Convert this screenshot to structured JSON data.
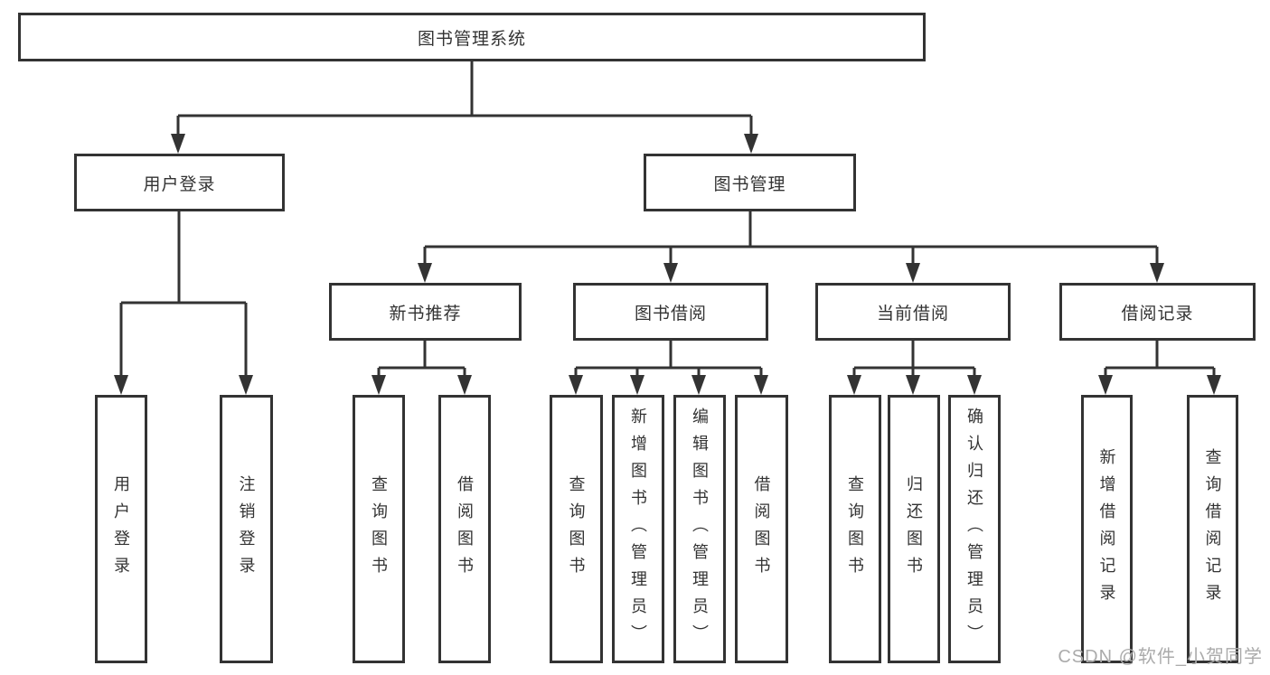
{
  "diagram": {
    "root": {
      "label": "图书管理系统"
    },
    "level2": [
      {
        "label": "用户登录"
      },
      {
        "label": "图书管理"
      }
    ],
    "level3": [
      {
        "label": "新书推荐"
      },
      {
        "label": "图书借阅"
      },
      {
        "label": "当前借阅"
      },
      {
        "label": "借阅记录"
      }
    ],
    "leaves": {
      "user_login": [
        {
          "label": "用户登录"
        },
        {
          "label": "注销登录"
        }
      ],
      "new_book_rec": [
        {
          "label": "查询图书"
        },
        {
          "label": "借阅图书"
        }
      ],
      "book_borrow": [
        {
          "label": "查询图书"
        },
        {
          "label": "新增图书（管理员）"
        },
        {
          "label": "编辑图书（管理员）"
        },
        {
          "label": "借阅图书"
        }
      ],
      "current_borrow": [
        {
          "label": "查询图书"
        },
        {
          "label": "归还图书"
        },
        {
          "label": "确认归还（管理员）"
        }
      ],
      "borrow_records": [
        {
          "label": "新增借阅记录"
        },
        {
          "label": "查询借阅记录"
        }
      ]
    }
  },
  "watermark": {
    "text": "CSDN @软件_小贺同学"
  },
  "colors": {
    "line": "#333333",
    "text": "#333333",
    "background": "#ffffff",
    "watermark": "#ababab"
  }
}
